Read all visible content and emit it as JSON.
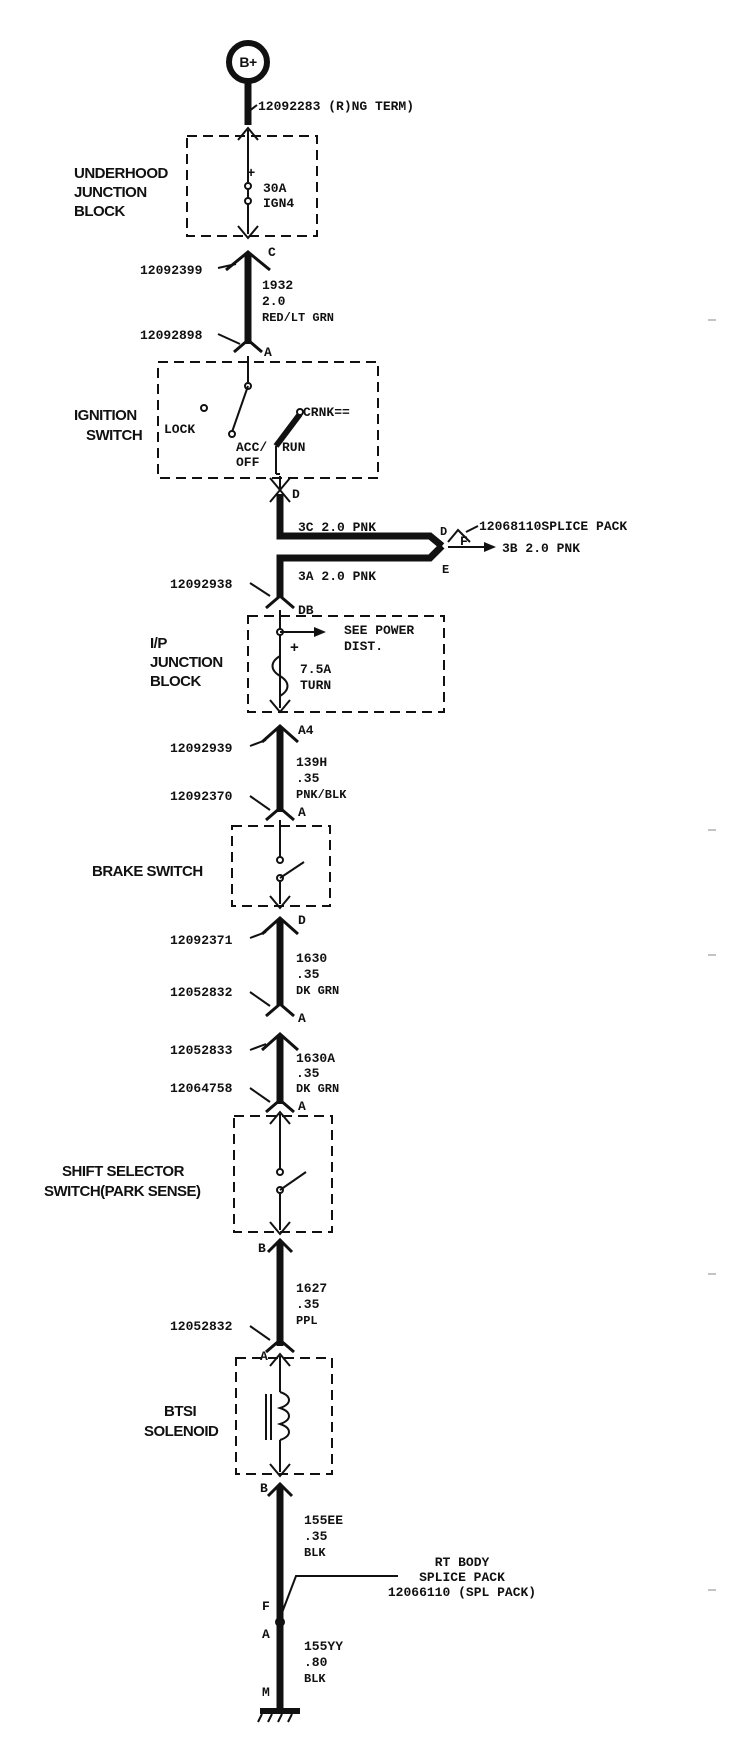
{
  "battery": {
    "label": "B+",
    "terminal": "12092283 (R)NG TERM)"
  },
  "underhood": {
    "name_lines": [
      "UNDERHOOD",
      "JUNCTION",
      "BLOCK"
    ],
    "fuse_lines": [
      "30A",
      "IGN4"
    ],
    "plus": "+",
    "pin_out": "C"
  },
  "wire_1932": {
    "connector_top": "12092399",
    "connector_bottom": "12092898",
    "lines": [
      "1932",
      "2.0",
      "RED/LT GRN"
    ],
    "pin_bottom": "A"
  },
  "ignition": {
    "name_lines": [
      "IGNITION",
      "SWITCH"
    ],
    "lock": "LOCK",
    "acc_off_lines": [
      "ACC/",
      "OFF"
    ],
    "run": "RUN",
    "crnk": "CRNK==",
    "pin_out": "D"
  },
  "splice_1": {
    "wire_in": "3C 2.0 PNK",
    "wire_out": "3A 2.0 PNK",
    "pin_in": "D",
    "pin_mid": "F",
    "pin_out": "E",
    "label": "12068110SPLICE PACK",
    "branch": "3B 2.0 PNK",
    "connector": "12092938",
    "pin_db": "DB"
  },
  "ip_block": {
    "name_lines": [
      "I/P",
      "JUNCTION",
      "BLOCK"
    ],
    "see_lines": [
      "SEE POWER",
      "DIST."
    ],
    "plus": "+",
    "fuse_lines": [
      "7.5A",
      "TURN"
    ],
    "pin_out": "A4"
  },
  "wire_139h": {
    "connector_top": "12092939",
    "connector_bottom": "12092370",
    "lines": [
      "139H",
      ".35",
      "PNK/BLK"
    ],
    "pin_bottom": "A"
  },
  "brake": {
    "name": "BRAKE SWITCH",
    "pin_out": "D"
  },
  "wire_1630": {
    "connector_top": "12092371",
    "connector_bottom": "12052832",
    "lines": [
      "1630",
      ".35",
      "DK GRN"
    ],
    "pin_bottom": "A"
  },
  "wire_1630a": {
    "connector_top": "12052833",
    "connector_bottom": "12064758",
    "lines": [
      "1630A",
      ".35",
      "DK GRN"
    ],
    "pin_bottom": "A"
  },
  "shift": {
    "name_lines": [
      "SHIFT SELECTOR",
      "SWITCH(PARK SENSE)"
    ],
    "pin_out": "B"
  },
  "wire_1627": {
    "lines": [
      "1627",
      ".35",
      "PPL"
    ],
    "connector_bottom": "12052832",
    "pin_bottom": "A"
  },
  "btsi": {
    "name_lines": [
      "BTSI",
      "SOLENOID"
    ],
    "pin_out": "B"
  },
  "wire_155ee": {
    "lines": [
      "155EE",
      ".35",
      "BLK"
    ]
  },
  "rt_splice": {
    "label_lines": [
      "RT BODY",
      "SPLICE PACK",
      "12066110 (SPL PACK)"
    ],
    "pin_f": "F",
    "pin_a": "A"
  },
  "wire_155yy": {
    "lines": [
      "155YY",
      ".80",
      "BLK"
    ],
    "pin_ground": "M"
  }
}
